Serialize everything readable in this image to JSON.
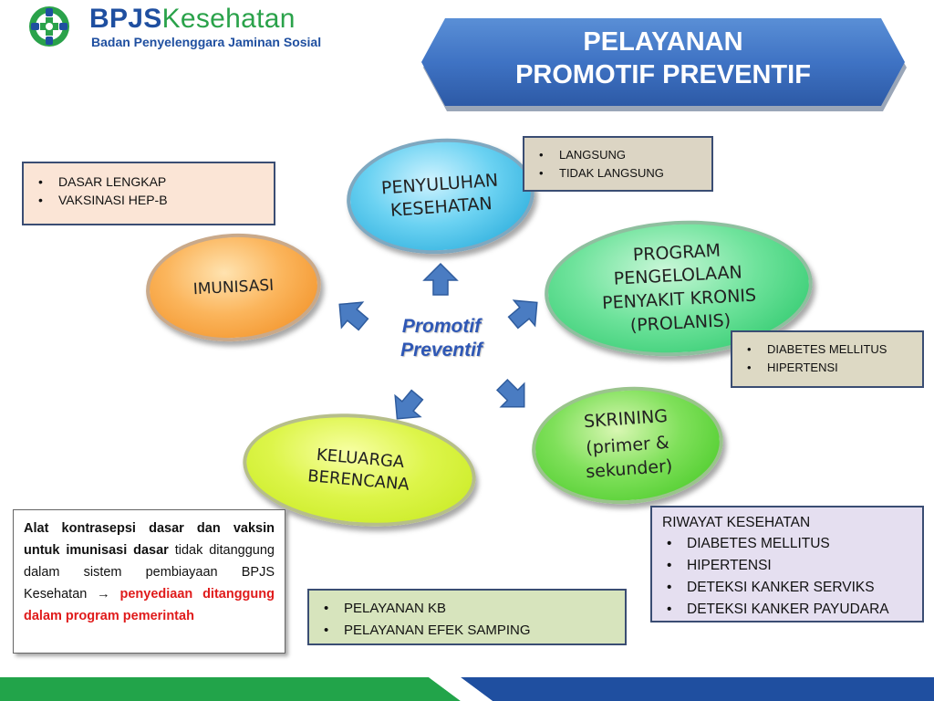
{
  "header": {
    "brand_primary": "BPJS",
    "brand_secondary": "Kesehatan",
    "subtitle": "Badan Penyelenggara Jaminan Sosial",
    "logo_icon": "bpjs-logo-icon"
  },
  "title": {
    "line1": "PELAYANAN",
    "line2": "PROMOTIF PREVENTIF"
  },
  "center_label": {
    "line1": "Promotif",
    "line2": "Preventif"
  },
  "ovals": {
    "penyuluhan": "PENYULUHAN\nKESEHATAN",
    "imunisasi": "IMUNISASI",
    "prolanis": "PROGRAM\nPENGELOLAAN\nPENYAKIT KRONIS\n(PROLANIS)",
    "skrining_title": "SKRINING",
    "skrining_sub": "(primer &\nsekunder)",
    "kb": "KELUARGA\nBERENCANA"
  },
  "boxes": {
    "imunisasi": [
      "DASAR LENGKAP",
      "VAKSINASI HEP-B"
    ],
    "penyuluhan": [
      "LANGSUNG",
      "TIDAK LANGSUNG"
    ],
    "prolanis": [
      "DIABETES MELLITUS",
      "HIPERTENSI"
    ],
    "skrining_head": "RIWAYAT KESEHATAN",
    "skrining": [
      "DIABETES MELLITUS",
      "HIPERTENSI",
      "DETEKSI KANKER SERVIKS",
      "DETEKSI KANKER PAYUDARA"
    ],
    "kb": [
      "PELAYANAN KB",
      "PELAYANAN EFEK SAMPING"
    ]
  },
  "note": {
    "bold_part": "Alat kontrasepsi dasar dan vaksin untuk imunisasi dasar",
    "normal_part": " tidak ditanggung dalam sistem pembiayaan BPJS Kesehatan ",
    "arrow": "→",
    "red_part": " penyediaan ditanggung dalam program pemerintah"
  },
  "colors": {
    "title_blue": "#3f73c4",
    "center_text": "#2e57b5",
    "arrow_blue": "#4a7cc2",
    "footer_green": "#22a44a",
    "footer_blue": "#1f4fa0"
  }
}
